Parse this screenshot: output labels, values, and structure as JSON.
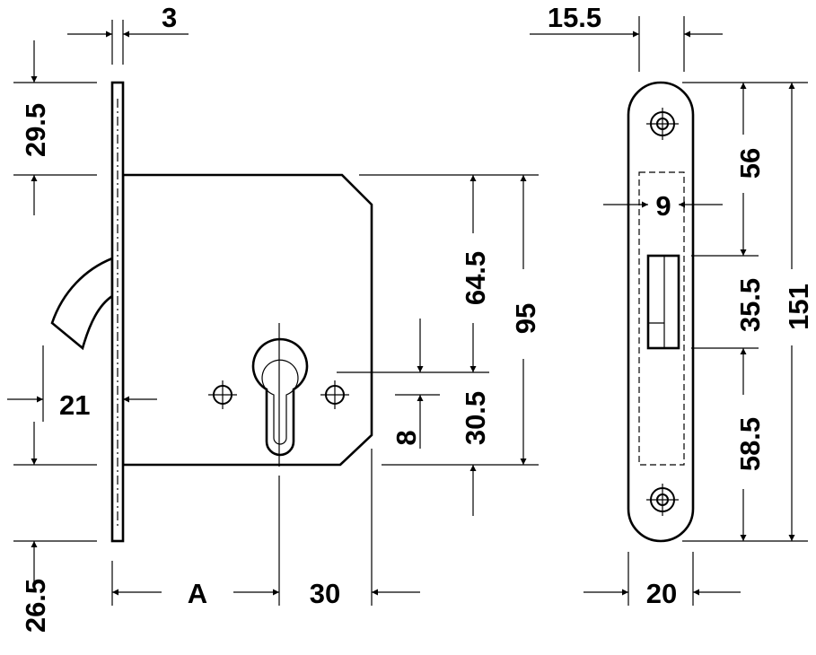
{
  "drawing": {
    "left_view": {
      "dim_faceplate_thickness": "3",
      "dim_top_offset": "29.5",
      "dim_bolt": "21",
      "dim_bottom_offset": "26.5",
      "dim_backset": "A",
      "dim_body_front": "30",
      "dim_upper_height": "64.5",
      "dim_body_height": "95",
      "dim_lower_height": "30.5",
      "dim_keyhole": "8"
    },
    "right_view": {
      "dim_offset": "15.5",
      "dim_latch_width": "9",
      "dim_top": "56",
      "dim_latch_height": "35.5",
      "dim_total_height": "151",
      "dim_bottom": "58.5",
      "dim_width": "20"
    }
  }
}
